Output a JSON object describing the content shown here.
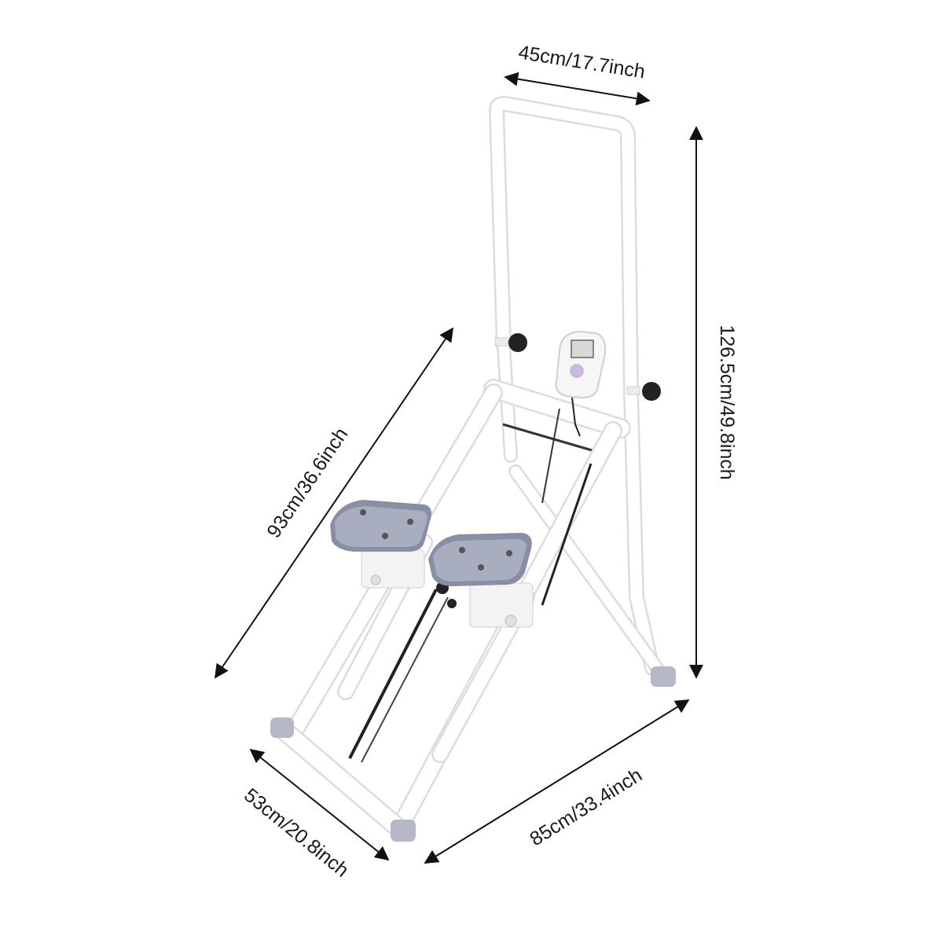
{
  "dimensions": {
    "top_width": "45cm/17.7inch",
    "height": "126.5cm/49.8inch",
    "diagonal_length": "93cm/36.6inch",
    "base_width": "53cm/20.8inch",
    "base_depth": "85cm/33.4inch"
  },
  "colors": {
    "frame": "#ffffff",
    "frame_edge": "#d9d9d9",
    "pedal": "#a9adc0",
    "pedal_dark": "#8a8ea3",
    "foot_cap": "#b6b8c8",
    "knob": "#222222",
    "display_accent": "#c9b9dc"
  }
}
